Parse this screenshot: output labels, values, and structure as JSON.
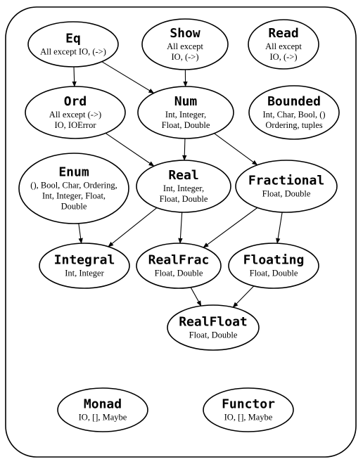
{
  "diagram": {
    "nodes": [
      {
        "id": "eq",
        "title": "Eq",
        "lines": [
          "All except IO, (->)"
        ]
      },
      {
        "id": "show",
        "title": "Show",
        "lines": [
          "All except",
          "IO, (->)"
        ]
      },
      {
        "id": "read",
        "title": "Read",
        "lines": [
          "All except",
          "IO, (->)"
        ]
      },
      {
        "id": "ord",
        "title": "Ord",
        "lines": [
          "All except (->)",
          "IO,  IOError"
        ]
      },
      {
        "id": "num",
        "title": "Num",
        "lines": [
          "Int, Integer,",
          "Float, Double"
        ]
      },
      {
        "id": "bounded",
        "title": "Bounded",
        "lines": [
          "Int, Char, Bool, ()",
          "Ordering, tuples"
        ]
      },
      {
        "id": "enum",
        "title": "Enum",
        "lines": [
          "(), Bool, Char, Ordering,",
          "Int, Integer, Float,",
          "Double"
        ]
      },
      {
        "id": "real",
        "title": "Real",
        "lines": [
          "Int, Integer,",
          "Float, Double"
        ]
      },
      {
        "id": "fractional",
        "title": "Fractional",
        "lines": [
          "Float, Double"
        ]
      },
      {
        "id": "integral",
        "title": "Integral",
        "lines": [
          "Int, Integer"
        ]
      },
      {
        "id": "realfrac",
        "title": "RealFrac",
        "lines": [
          "Float, Double"
        ]
      },
      {
        "id": "floating",
        "title": "Floating",
        "lines": [
          "Float, Double"
        ]
      },
      {
        "id": "realfloat",
        "title": "RealFloat",
        "lines": [
          "Float, Double"
        ]
      },
      {
        "id": "monad",
        "title": "Monad",
        "lines": [
          "IO, [], Maybe"
        ]
      },
      {
        "id": "functor",
        "title": "Functor",
        "lines": [
          "IO, [], Maybe"
        ]
      }
    ],
    "edges": [
      {
        "from": "eq",
        "to": "ord"
      },
      {
        "from": "eq",
        "to": "num"
      },
      {
        "from": "show",
        "to": "num"
      },
      {
        "from": "ord",
        "to": "real"
      },
      {
        "from": "num",
        "to": "real"
      },
      {
        "from": "num",
        "to": "fractional"
      },
      {
        "from": "enum",
        "to": "integral"
      },
      {
        "from": "real",
        "to": "integral"
      },
      {
        "from": "real",
        "to": "realfrac"
      },
      {
        "from": "fractional",
        "to": "realfrac"
      },
      {
        "from": "fractional",
        "to": "floating"
      },
      {
        "from": "realfrac",
        "to": "realfloat"
      },
      {
        "from": "floating",
        "to": "realfloat"
      }
    ]
  }
}
